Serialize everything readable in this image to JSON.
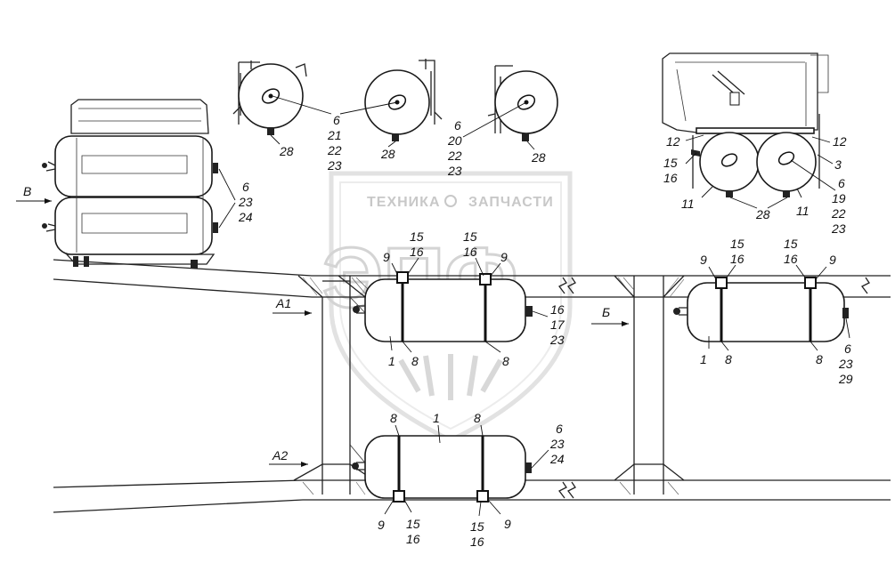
{
  "watermark": {
    "text_left": "ТЕХНИКА",
    "text_right": "ЗАПЧАСТИ",
    "letters": "ЭПФ"
  },
  "views": {
    "B_label": "В",
    "A1_label": "А1",
    "A2_label": "А2",
    "Bv_label": "Б"
  },
  "callouts": {
    "top1": [
      "6",
      "21",
      "22",
      "23"
    ],
    "top1_28a": "28",
    "top1_28b": "28",
    "top2": [
      "6",
      "20",
      "22",
      "23"
    ],
    "top2_28": "28",
    "left_group": [
      "6",
      "23",
      "24"
    ],
    "tr_12a": "12",
    "tr_12b": "12",
    "tr_3": "3",
    "tr_15": "15",
    "tr_16": "16",
    "tr_11a": "11",
    "tr_28": "28",
    "tr_11b": "11",
    "tr_right": [
      "6",
      "19",
      "22",
      "23"
    ],
    "a1_9a": "9",
    "a1_1516a": [
      "15",
      "16"
    ],
    "a1_1516b": [
      "15",
      "16"
    ],
    "a1_9b": "9",
    "a1_right": [
      "16",
      "17",
      "23"
    ],
    "a1_1": "1",
    "a1_8a": "8",
    "a1_8b": "8",
    "b_9a": "9",
    "b_1516a": [
      "15",
      "16"
    ],
    "b_1516b": [
      "15",
      "16"
    ],
    "b_9b": "9",
    "b_1": "1",
    "b_8a": "8",
    "b_8b": "8",
    "b_right": [
      "6",
      "23",
      "29"
    ],
    "a2_8a": "8",
    "a2_1": "1",
    "a2_8b": "8",
    "a2_right": [
      "6",
      "23",
      "24"
    ],
    "a2_9a": "9",
    "a2_1516a": [
      "15",
      "16"
    ],
    "a2_1516b": [
      "15",
      "16"
    ],
    "a2_9b": "9"
  }
}
